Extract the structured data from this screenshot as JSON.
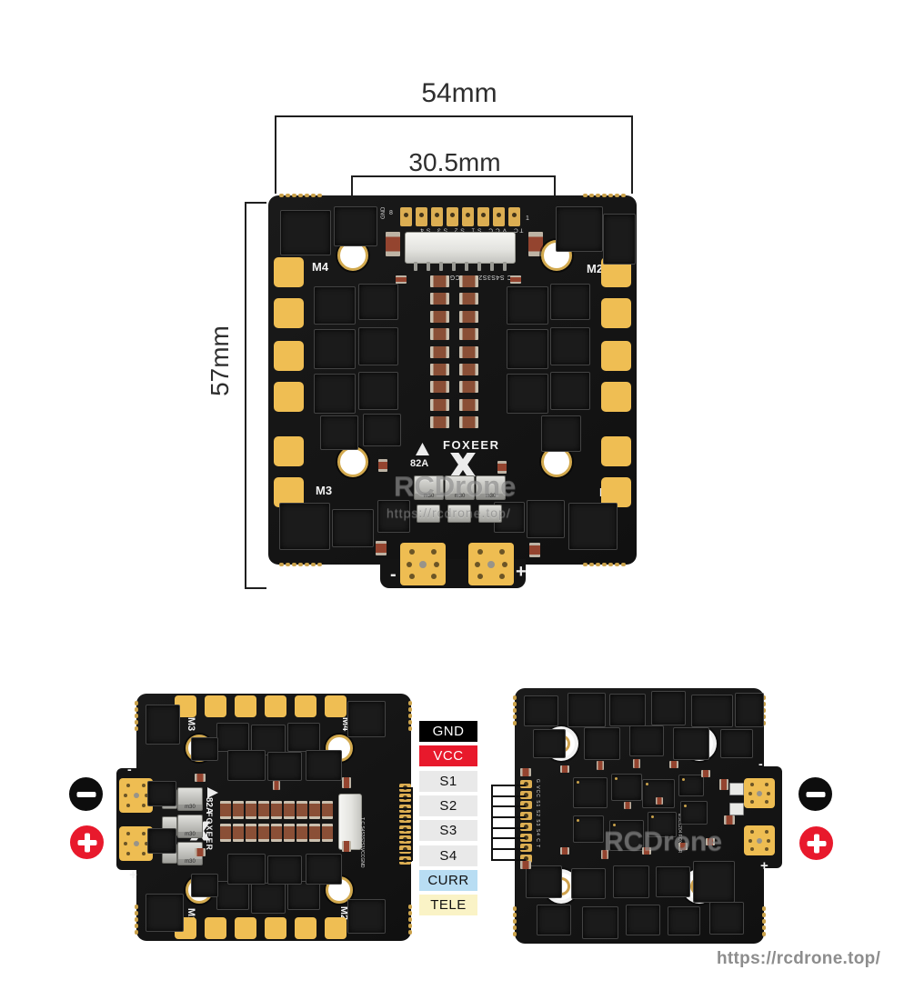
{
  "dimensions": {
    "board_width": "54mm",
    "connector_width": "30.5mm",
    "board_height": "57mm"
  },
  "top_board": {
    "motors": {
      "m1": "M1",
      "m2": "M2",
      "m3": "M3",
      "m4": "M4"
    },
    "brand": "FOXEER",
    "rating": "82A",
    "cap_label": "m30",
    "minus": "-",
    "plus": "+",
    "pin_header": {
      "pin8": "8",
      "pin1": "1",
      "left_label": "GND",
      "top_row": "VCC S1 S2 S3 S4",
      "tc": "T C",
      "bottom_row": "T C S4S3S2S1VCCGND"
    },
    "watermark": "RCDrone",
    "watermark_url": "https://rcdrone.top/"
  },
  "left_board": {
    "motors": {
      "m1": "M1",
      "m2": "M2",
      "m3": "M3",
      "m4": "M4"
    },
    "brand": "FOXEER",
    "rating": "82A",
    "cap_label": "m30",
    "minus": "-",
    "plus": "+",
    "pin_text": "T C S4S3S2S1VCCGND"
  },
  "right_board": {
    "pin_text": "G VCC S1 S2 S3 S4 C T",
    "silk_text": "ESC1204 FOXEER",
    "minus": "-",
    "plus": "+",
    "watermark": "RCDrone"
  },
  "pin_table": {
    "rows": [
      {
        "label": "GND",
        "bg": "#000000",
        "fg": "#ffffff"
      },
      {
        "label": "VCC",
        "bg": "#e8192c",
        "fg": "#ffffff"
      },
      {
        "label": "S1",
        "bg": "#e9e9e9",
        "fg": "#111111"
      },
      {
        "label": "S2",
        "bg": "#e9e9e9",
        "fg": "#111111"
      },
      {
        "label": "S3",
        "bg": "#e9e9e9",
        "fg": "#111111"
      },
      {
        "label": "S4",
        "bg": "#e9e9e9",
        "fg": "#111111"
      },
      {
        "label": "CURR",
        "bg": "#b8ddf3",
        "fg": "#111111"
      },
      {
        "label": "TELE",
        "bg": "#faf3c6",
        "fg": "#111111"
      }
    ]
  },
  "footer": {
    "url": "https://rcdrone.top/"
  },
  "colors": {
    "pad_yellow": "#efbe53",
    "pcb_black": "#151515",
    "accent_red": "#e8192c"
  }
}
